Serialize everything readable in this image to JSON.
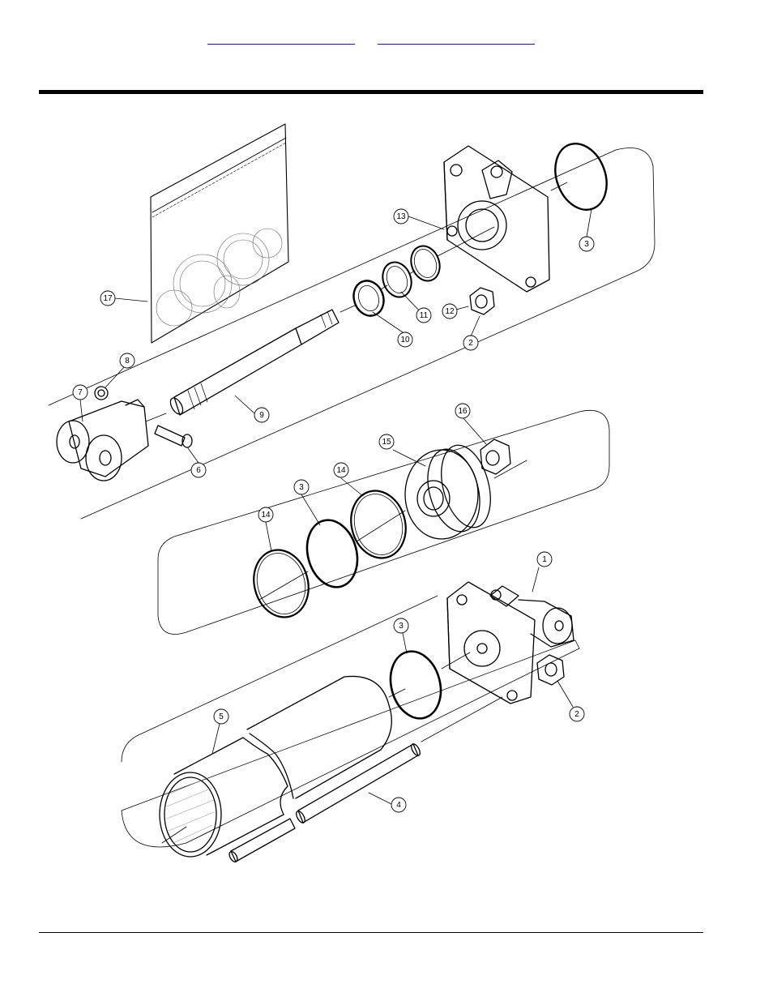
{
  "header": {
    "link_1": "",
    "link_2": ""
  },
  "diagram": {
    "callouts": [
      {
        "id": "c17",
        "label": "17"
      },
      {
        "id": "c13",
        "label": "13"
      },
      {
        "id": "c3a",
        "label": "3"
      },
      {
        "id": "c12",
        "label": "12"
      },
      {
        "id": "c11",
        "label": "11"
      },
      {
        "id": "c10",
        "label": "10"
      },
      {
        "id": "c2a",
        "label": "2"
      },
      {
        "id": "c8",
        "label": "8"
      },
      {
        "id": "c7",
        "label": "7"
      },
      {
        "id": "c9",
        "label": "9"
      },
      {
        "id": "c6",
        "label": "6"
      },
      {
        "id": "c16",
        "label": "16"
      },
      {
        "id": "c15",
        "label": "15"
      },
      {
        "id": "c14a",
        "label": "14"
      },
      {
        "id": "c3b",
        "label": "3"
      },
      {
        "id": "c14b",
        "label": "14"
      },
      {
        "id": "c1",
        "label": "1"
      },
      {
        "id": "c3c",
        "label": "3"
      },
      {
        "id": "c2b",
        "label": "2"
      },
      {
        "id": "c5",
        "label": "5"
      },
      {
        "id": "c4",
        "label": "4"
      }
    ]
  }
}
